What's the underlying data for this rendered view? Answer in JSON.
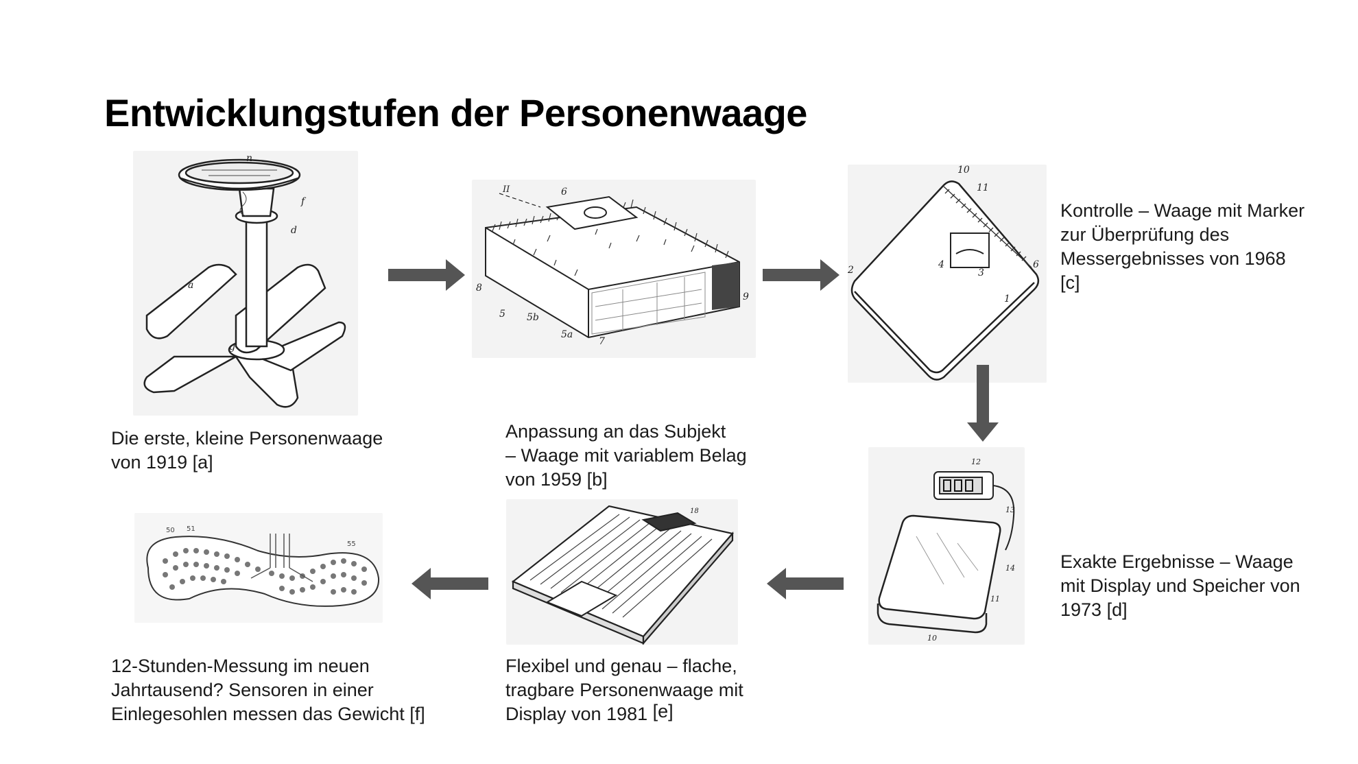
{
  "title": "Entwicklungstufen der Personenwaage",
  "colors": {
    "arrow": "#555555",
    "text": "#1a1a1a",
    "title": "#000000",
    "image_bg": "#f3f3f3"
  },
  "stages": [
    {
      "id": "a",
      "caption": [
        "Die erste, kleine Personenwaage",
        "von 1919 [a]"
      ],
      "image_icon": "pedestal-scale-drawing"
    },
    {
      "id": "b",
      "caption": [
        "Anpassung an das Subjekt",
        "– Waage mit variablem Belag",
        "von 1959 [b]"
      ],
      "image_icon": "carpet-scale-drawing"
    },
    {
      "id": "c",
      "caption": [
        "Kontrolle  – Waage  mit Marker",
        "zur Überprüfung des",
        "Messergebnisses von 1968",
        "[c]"
      ],
      "image_icon": "marker-scale-drawing"
    },
    {
      "id": "d",
      "caption": [
        "Exakte Ergebnisse – Waage",
        "mit Display und Speicher von",
        "1973 [d]"
      ],
      "image_icon": "display-scale-drawing"
    },
    {
      "id": "e",
      "caption": [
        "Flexibel und genau – flache,",
        "tragbare Personenwaage mit",
        "Display von 1981"
      ],
      "caption_ref": "[e]",
      "image_icon": "flat-scale-drawing"
    },
    {
      "id": "f",
      "caption": [
        "12-Stunden-Messung im neuen",
        "Jahrtausend? Sensoren in einer",
        "Einlegesohlen messen das Gewicht [f]"
      ],
      "image_icon": "insole-sensor-drawing"
    }
  ]
}
